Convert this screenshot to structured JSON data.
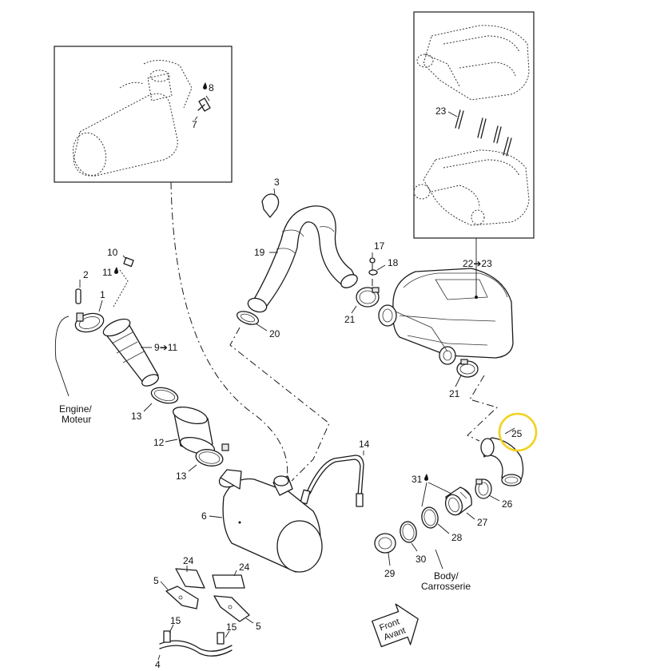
{
  "labels": {
    "p1": "1",
    "p2": "2",
    "p3": "3",
    "p4": "4",
    "p5a": "5",
    "p5b": "5",
    "p6": "6",
    "p7": "7",
    "p8": "8",
    "p9": "9",
    "p9_suffix": "11",
    "p10": "10",
    "p11": "11",
    "p12": "12",
    "p13a": "13",
    "p13b": "13",
    "p14": "14",
    "p15a": "15",
    "p15b": "15",
    "p17": "17",
    "p18": "18",
    "p19": "19",
    "p20": "20",
    "p21a": "21",
    "p21b": "21",
    "p22": "22",
    "p22_suffix": "23",
    "p23": "23",
    "p24a": "24",
    "p24b": "24",
    "p25": "25",
    "p26": "26",
    "p27": "27",
    "p28": "28",
    "p29": "29",
    "p30": "30",
    "p31": "31"
  },
  "callouts": {
    "engine_en": "Engine/",
    "engine_fr": "Moteur",
    "body_en": "Body/",
    "body_fr": "Carrosserie",
    "front_en": "Front",
    "front_fr": "Avant"
  },
  "symbols": {
    "arrow": "➔",
    "drop_icon": "lubricant-drop-icon"
  },
  "colors": {
    "highlight": "#f2d21b",
    "line": "#1a1a1a"
  }
}
